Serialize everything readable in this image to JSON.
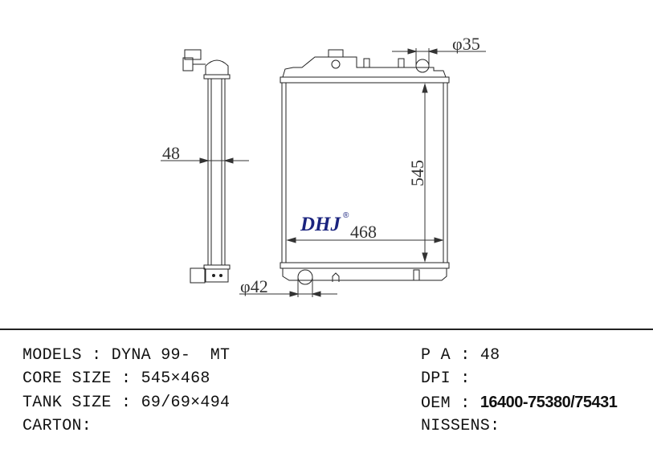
{
  "drawing": {
    "brand": "DHJ",
    "brand_mark": "®",
    "brand_color": "#1a237e",
    "dims": {
      "thickness": "48",
      "height": "545",
      "width": "468",
      "inlet": "φ35",
      "outlet": "φ42"
    }
  },
  "specs": {
    "left": [
      {
        "label": "MODELS : ",
        "value": "DYNA 99-  MT"
      },
      {
        "label": "CORE SIZE : ",
        "value": "545×468"
      },
      {
        "label": "TANK SIZE : ",
        "value": "69/69×494"
      },
      {
        "label": "CARTON:",
        "value": ""
      }
    ],
    "right": [
      {
        "label": "P A : ",
        "value": "48"
      },
      {
        "label": "DPI : ",
        "value": ""
      },
      {
        "label": "OEM : ",
        "value": "16400-75380/75431"
      },
      {
        "label": "NISSENS:",
        "value": ""
      }
    ]
  }
}
